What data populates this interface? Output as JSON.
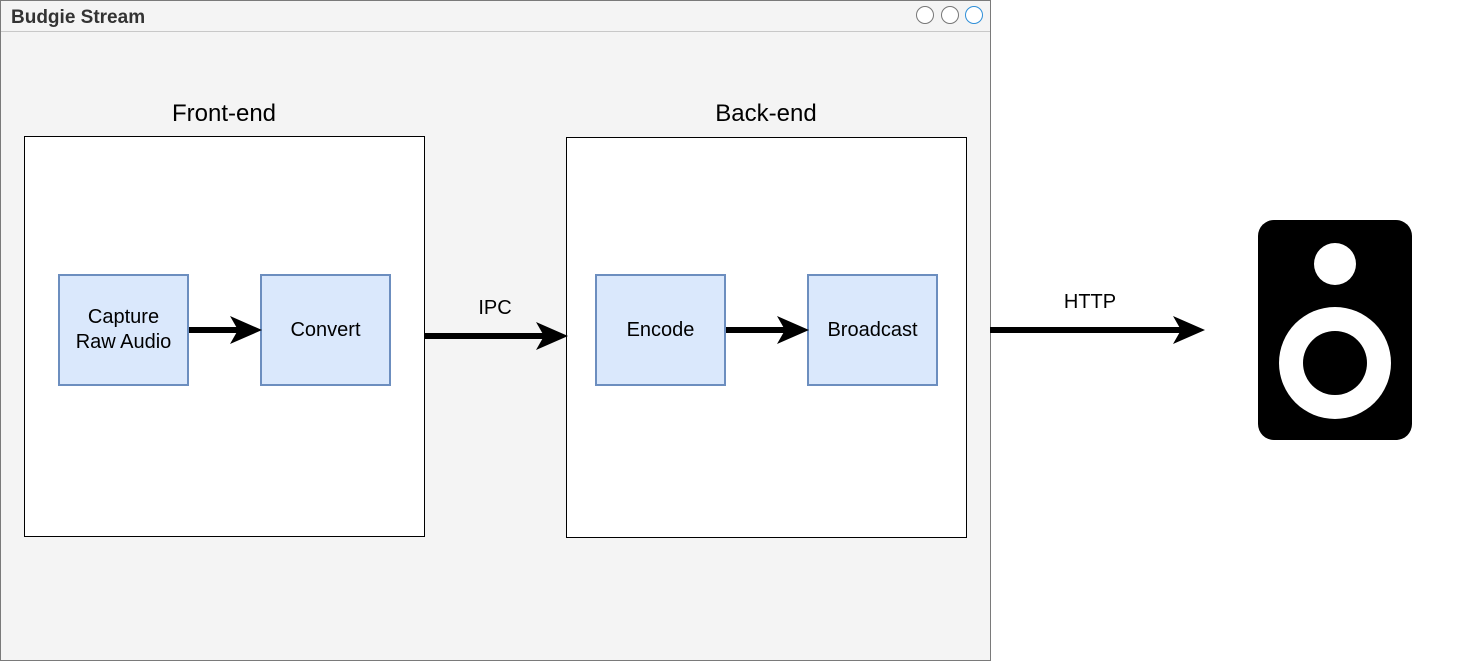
{
  "window": {
    "title": "Budgie Stream"
  },
  "groups": {
    "frontend": {
      "title": "Front-end"
    },
    "backend": {
      "title": "Back-end"
    }
  },
  "blocks": {
    "capture": "Capture\nRaw Audio",
    "convert": "Convert",
    "encode": "Encode",
    "broadcast": "Broadcast"
  },
  "edges": {
    "ipc": "IPC",
    "http": "HTTP"
  },
  "colors": {
    "block_fill": "#dae8fc",
    "block_stroke": "#6c8ebf",
    "window_bg": "#f4f4f4"
  },
  "icons": {
    "output": "speaker-icon"
  }
}
